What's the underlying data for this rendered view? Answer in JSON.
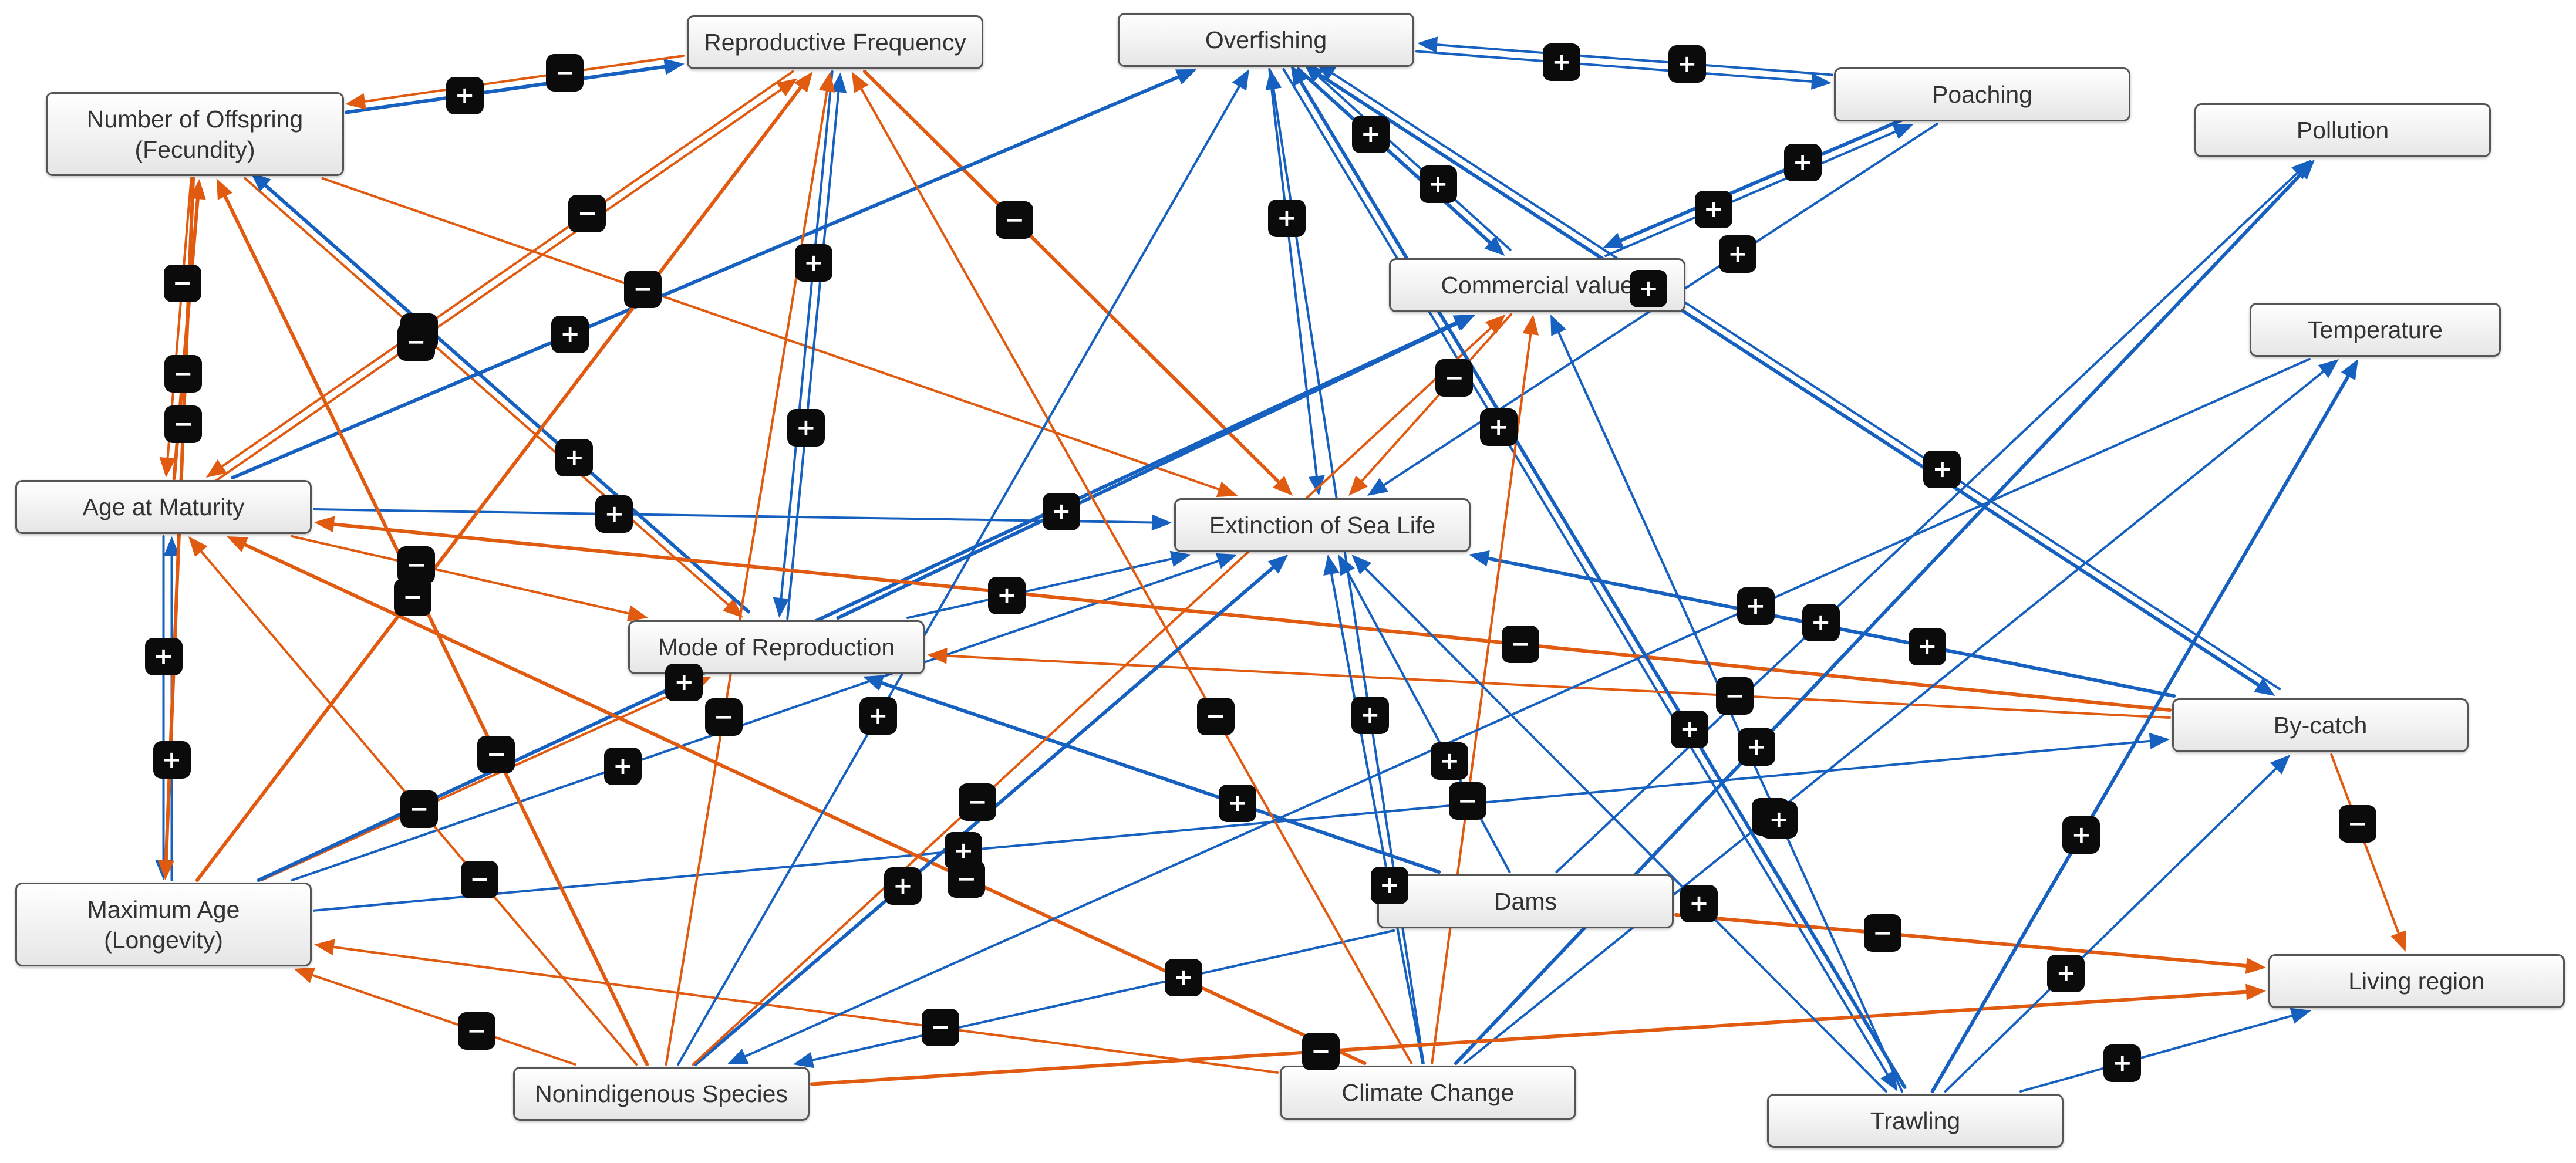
{
  "colors": {
    "positive": "#1660c0",
    "negative": "#e05a10",
    "sign_bg": "#0b0b0b"
  },
  "sign_symbols": {
    "plus": "+",
    "minus": "−"
  },
  "nodes": [
    {
      "id": "offspring",
      "label": "Number of Offspring\n(Fecundity)"
    },
    {
      "id": "repfreq",
      "label": "Reproductive Frequency"
    },
    {
      "id": "overfishing",
      "label": "Overfishing"
    },
    {
      "id": "poaching",
      "label": "Poaching"
    },
    {
      "id": "pollution",
      "label": "Pollution"
    },
    {
      "id": "commercial",
      "label": "Commercial value"
    },
    {
      "id": "temperature",
      "label": "Temperature"
    },
    {
      "id": "agematurity",
      "label": "Age at Maturity"
    },
    {
      "id": "extinction",
      "label": "Extinction of Sea Life"
    },
    {
      "id": "mode",
      "label": "Mode of Reproduction"
    },
    {
      "id": "bycatch",
      "label": "By-catch"
    },
    {
      "id": "maxage",
      "label": "Maximum Age\n(Longevity)"
    },
    {
      "id": "dams",
      "label": "Dams"
    },
    {
      "id": "living",
      "label": "Living region"
    },
    {
      "id": "nonindig",
      "label": "Nonindigenous Species"
    },
    {
      "id": "climate",
      "label": "Climate Change"
    },
    {
      "id": "trawling",
      "label": "Trawling"
    }
  ],
  "edges": [
    {
      "from": "offspring",
      "to": "repfreq",
      "sign": "plus"
    },
    {
      "from": "repfreq",
      "to": "offspring",
      "sign": "minus"
    },
    {
      "from": "offspring",
      "to": "agematurity",
      "sign": "minus"
    },
    {
      "from": "agematurity",
      "to": "offspring",
      "sign": "minus"
    },
    {
      "from": "agematurity",
      "to": "maxage",
      "sign": "plus"
    },
    {
      "from": "maxage",
      "to": "agematurity",
      "sign": "plus"
    },
    {
      "from": "offspring",
      "to": "maxage",
      "sign": "minus"
    },
    {
      "from": "offspring",
      "to": "extinction",
      "sign": "minus"
    },
    {
      "from": "offspring",
      "to": "mode",
      "sign": "minus"
    },
    {
      "from": "mode",
      "to": "offspring",
      "sign": "plus"
    },
    {
      "from": "repfreq",
      "to": "agematurity",
      "sign": "minus"
    },
    {
      "from": "agematurity",
      "to": "repfreq",
      "sign": "minus"
    },
    {
      "from": "repfreq",
      "to": "extinction",
      "sign": "minus"
    },
    {
      "from": "repfreq",
      "to": "mode",
      "sign": "plus"
    },
    {
      "from": "mode",
      "to": "repfreq",
      "sign": "plus"
    },
    {
      "from": "agematurity",
      "to": "overfishing",
      "sign": "plus"
    },
    {
      "from": "agematurity",
      "to": "extinction",
      "sign": "plus"
    },
    {
      "from": "agematurity",
      "to": "mode",
      "sign": "minus"
    },
    {
      "from": "maxage",
      "to": "repfreq",
      "sign": "minus"
    },
    {
      "from": "maxage",
      "to": "extinction",
      "sign": "plus"
    },
    {
      "from": "maxage",
      "to": "mode",
      "sign": "minus"
    },
    {
      "from": "maxage",
      "to": "commercial",
      "sign": "plus"
    },
    {
      "from": "maxage",
      "to": "bycatch",
      "sign": "plus"
    },
    {
      "from": "mode",
      "to": "extinction",
      "sign": "plus"
    },
    {
      "from": "mode",
      "to": "commercial",
      "sign": "plus"
    },
    {
      "from": "overfishing",
      "to": "poaching",
      "sign": "plus"
    },
    {
      "from": "poaching",
      "to": "overfishing",
      "sign": "plus"
    },
    {
      "from": "overfishing",
      "to": "commercial",
      "sign": "plus"
    },
    {
      "from": "commercial",
      "to": "overfishing",
      "sign": "plus"
    },
    {
      "from": "overfishing",
      "to": "extinction",
      "sign": "plus"
    },
    {
      "from": "overfishing",
      "to": "bycatch",
      "sign": "plus"
    },
    {
      "from": "overfishing",
      "to": "trawling",
      "sign": "plus"
    },
    {
      "from": "commercial",
      "to": "poaching",
      "sign": "plus"
    },
    {
      "from": "poaching",
      "to": "commercial",
      "sign": "plus"
    },
    {
      "from": "commercial",
      "to": "extinction",
      "sign": "minus"
    },
    {
      "from": "poaching",
      "to": "extinction",
      "sign": "plus"
    },
    {
      "from": "bycatch",
      "to": "extinction",
      "sign": "plus"
    },
    {
      "from": "bycatch",
      "to": "overfishing",
      "sign": "plus"
    },
    {
      "from": "bycatch",
      "to": "living",
      "sign": "minus"
    },
    {
      "from": "bycatch",
      "to": "agematurity",
      "sign": "minus"
    },
    {
      "from": "bycatch",
      "to": "mode",
      "sign": "minus"
    },
    {
      "from": "dams",
      "to": "extinction",
      "sign": "plus"
    },
    {
      "from": "dams",
      "to": "living",
      "sign": "minus"
    },
    {
      "from": "dams",
      "to": "nonindig",
      "sign": "plus"
    },
    {
      "from": "dams",
      "to": "pollution",
      "sign": "plus"
    },
    {
      "from": "dams",
      "to": "mode",
      "sign": "plus"
    },
    {
      "from": "climate",
      "to": "extinction",
      "sign": "plus"
    },
    {
      "from": "climate",
      "to": "temperature",
      "sign": "plus"
    },
    {
      "from": "climate",
      "to": "pollution",
      "sign": "plus"
    },
    {
      "from": "climate",
      "to": "maxage",
      "sign": "minus"
    },
    {
      "from": "climate",
      "to": "repfreq",
      "sign": "minus"
    },
    {
      "from": "climate",
      "to": "agematurity",
      "sign": "minus"
    },
    {
      "from": "climate",
      "to": "commercial",
      "sign": "minus"
    },
    {
      "from": "climate",
      "to": "overfishing",
      "sign": "plus"
    },
    {
      "from": "nonindig",
      "to": "extinction",
      "sign": "plus"
    },
    {
      "from": "nonindig",
      "to": "maxage",
      "sign": "minus"
    },
    {
      "from": "nonindig",
      "to": "agematurity",
      "sign": "minus"
    },
    {
      "from": "nonindig",
      "to": "offspring",
      "sign": "minus"
    },
    {
      "from": "nonindig",
      "to": "repfreq",
      "sign": "minus"
    },
    {
      "from": "nonindig",
      "to": "overfishing",
      "sign": "plus"
    },
    {
      "from": "nonindig",
      "to": "living",
      "sign": "minus"
    },
    {
      "from": "nonindig",
      "to": "commercial",
      "sign": "minus"
    },
    {
      "from": "trawling",
      "to": "bycatch",
      "sign": "plus"
    },
    {
      "from": "trawling",
      "to": "temperature",
      "sign": "plus"
    },
    {
      "from": "trawling",
      "to": "extinction",
      "sign": "plus"
    },
    {
      "from": "trawling",
      "to": "commercial",
      "sign": "plus"
    },
    {
      "from": "trawling",
      "to": "overfishing",
      "sign": "plus"
    },
    {
      "from": "trawling",
      "to": "living",
      "sign": "plus"
    },
    {
      "from": "temperature",
      "to": "nonindig",
      "sign": "plus"
    }
  ]
}
